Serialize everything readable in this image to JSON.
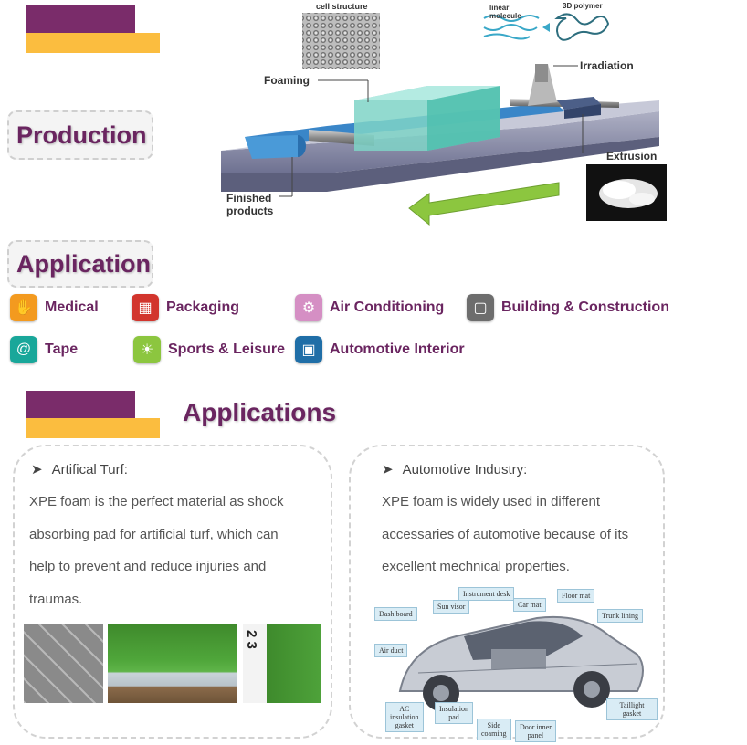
{
  "production": {
    "heading": "Production",
    "diagram": {
      "cell_structure": "cell structure",
      "linear_molecule": "linear\nmolecule",
      "polymer_3d": "3D polymer",
      "irradiation": "Irradiation",
      "foaming": "Foaming",
      "extrusion": "Extrusion",
      "finished_products": "Finished\nproducts"
    }
  },
  "application": {
    "heading": "Application",
    "items": [
      {
        "label": "Medical",
        "color": "#f39a1f",
        "icon": "hand-icon"
      },
      {
        "label": "Packaging",
        "color": "#d2352d",
        "icon": "laptop-icon"
      },
      {
        "label": "Air Conditioning",
        "color": "#d58fc4",
        "icon": "gear-icon"
      },
      {
        "label": "Building & Construction",
        "color": "#6d6d6d",
        "icon": "box-icon"
      },
      {
        "label": "Tape",
        "color": "#19a79a",
        "icon": "at-icon"
      },
      {
        "label": "Sports & Leisure",
        "color": "#8cc63f",
        "icon": "bulb-icon"
      },
      {
        "label": "Automotive Interior",
        "color": "#1f6ea7",
        "icon": "car-icon"
      }
    ]
  },
  "applications": {
    "title": "Applications",
    "cards": [
      {
        "heading": "Artifical Turf:",
        "text": "XPE foam is the perfect material as shock absorbing pad for artificial turf, which can help to prevent and reduce injuries and traumas.",
        "ruler_text": "2 3"
      },
      {
        "heading": "Automotive Industry:",
        "text": "XPE foam is widely used in different accessaries of automotive because of its excellent mechnical properties.",
        "car_labels": {
          "instrument_desk": "Instrument desk",
          "sun_visor": "Sun visor",
          "car_mat": "Car mat",
          "floor_mat": "Floor mat",
          "dash_board": "Dash board",
          "trunk_lining": "Trunk lining",
          "air_duct": "Air duct",
          "ac_insulation": "AC\ninsulation\ngasket",
          "insulation_pad": "Insulation\npad",
          "side_coaming": "Side\ncoaming",
          "door_inner_panel": "Door inner\npanel",
          "taillight_gasket": "Taillight gasket"
        }
      }
    ]
  },
  "colors": {
    "purple": "#7a2c6a",
    "yellow": "#fbbd3f",
    "heading_text": "#6a2560"
  }
}
